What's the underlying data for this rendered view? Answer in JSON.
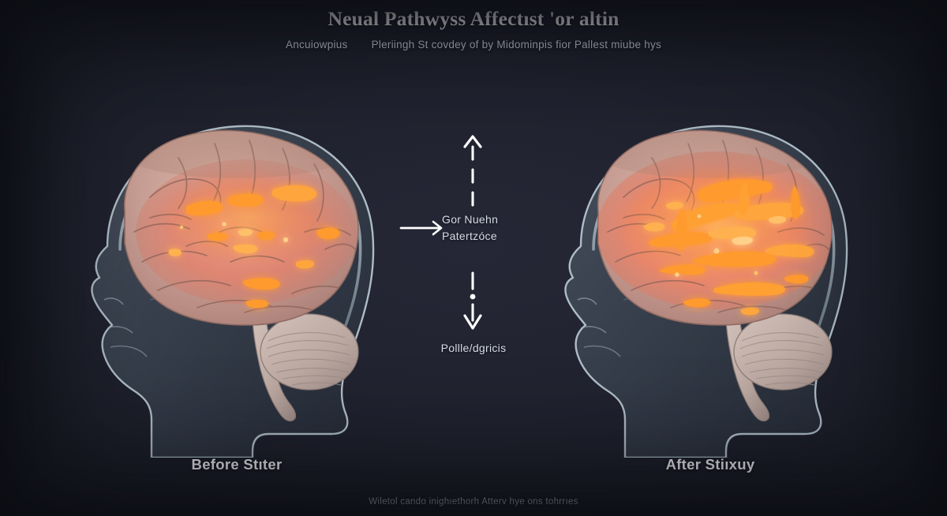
{
  "header": {
    "title": "Neual Pathwyss Affectıst 'or altin",
    "subtitle_a": "Ancuiowpius",
    "subtitle_b": "Pleriingh St covdey of by Midominpis fior Pallest miube hys"
  },
  "panels": {
    "left": {
      "caption": "Before Stıter",
      "state": "low-activation",
      "brain_label": "lateral-brain-profile",
      "head_label": "human-head-silhouette-profile"
    },
    "right": {
      "caption": "After Stiıxuy",
      "state": "high-activation",
      "brain_label": "lateral-brain-profile",
      "head_label": "human-head-silhouette-profile"
    }
  },
  "center": {
    "label_line1": "Gor Nuehn",
    "label_line2": "Patertzóce",
    "lower_label": "Pollle/dgricis",
    "up_arrow": "up-arrow-dashed",
    "right_arrow": "right-arrow-solid",
    "down_arrow": "down-arrow-dashed"
  },
  "footer": {
    "note": "Wiletol cando inighıethorh Atterv hye ons tohrrıes"
  },
  "colors": {
    "background": "#212330",
    "edge": "#181a24",
    "title_text": "#f2f3f7",
    "subtitle_text": "#c3c8d6",
    "caption_text": "#f0f1f6",
    "annotation_text": "#d7dbe6",
    "arrow": "#ffffff",
    "head_outline": "#b8c4cc",
    "head_fill": "#3c4654",
    "brain_base": "#c9a396",
    "brain_active": "#e0806d",
    "highlight_orange": "#ff9a33",
    "highlight_core": "#ffd089",
    "cerebellum": "#c3afa8"
  }
}
